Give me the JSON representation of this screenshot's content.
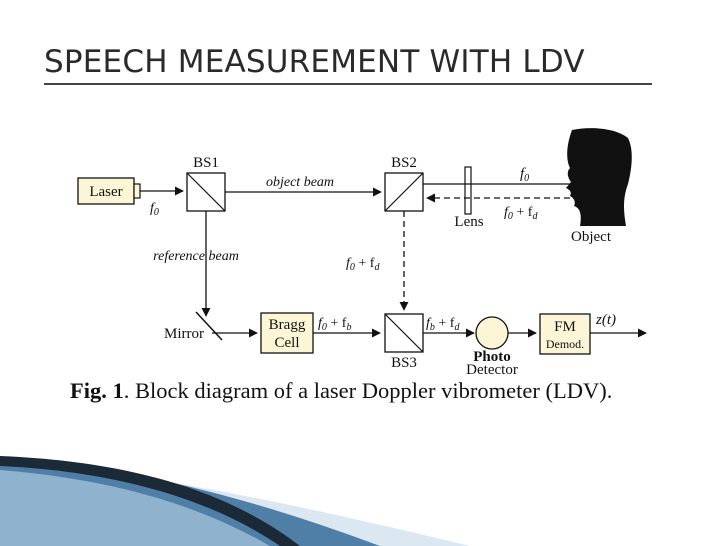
{
  "slide": {
    "title": "SPEECH MEASUREMENT WITH LDV"
  },
  "diagram": {
    "nodes": {
      "laser": "Laser",
      "bs1": "BS1",
      "bs2": "BS2",
      "bs3": "BS3",
      "lens": "Lens",
      "object": "Object",
      "mirror": "Mirror",
      "bragg_line1": "Bragg",
      "bragg_line2": "Cell",
      "photo_line1": "Photo",
      "photo_line2": "Detector",
      "fm_line1": "FM",
      "fm_line2": "Demod."
    },
    "labels": {
      "f0_laser": "f",
      "object_beam": "object beam",
      "reference_beam": "reference beam",
      "f0_top": "f",
      "f0_fd_return": "f",
      "f0_fd_vertical": "f",
      "f0_fb": "f",
      "fb_fd": "f",
      "zt": "z(t)"
    }
  },
  "caption": {
    "label": "Fig. 1",
    "text": ". Block diagram of a laser Doppler vibrometer (LDV)."
  },
  "colors": {
    "box_fill": "#fdf6d6",
    "title_text": "#2a2a2a",
    "deco_dark": "#1c2a38",
    "deco_blue": "#4f7fa6",
    "deco_light": "#dbe8f2"
  }
}
